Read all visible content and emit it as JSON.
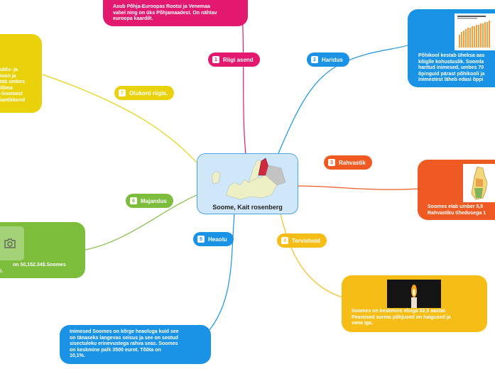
{
  "center": {
    "title": "Soome, Kait rosenberg"
  },
  "colors": {
    "pink": "#e3186f",
    "blue": "#1a93e6",
    "orange": "#ef5a22",
    "yellow": "#f6bd17",
    "lime": "#e9d20c",
    "green": "#7cbd3b",
    "lightblue": "#cfe7f8"
  },
  "branches": [
    {
      "num": "1",
      "label": "Riigi asend"
    },
    {
      "num": "2",
      "label": "Haridus"
    },
    {
      "num": "3",
      "label": "Rahvastik"
    },
    {
      "num": "4",
      "label": "Tervishoid"
    },
    {
      "num": "5",
      "label": "Heaolu"
    },
    {
      "num": "6",
      "label": "Majandus"
    },
    {
      "num": "7",
      "label": "Olukord riigis."
    }
  ],
  "notes": {
    "riigi_asend": [
      "Asub Põhja-Euroopas Rootsi ja Venemaa",
      "vahel ning on üks Põhjamaadest. On nähtav",
      "euroopa kaardilt."
    ],
    "haridus": [
      "Põhikool kestab üheksa aas",
      "kõiglle kohustuslik. Soomla",
      "haritud inimesed, umbes 70",
      "õpinguid pärast põhikooli ja",
      "inimestest läheb edasi õppi"
    ],
    "rahvastik": [
      "Soomes elab umber 5,5",
      "Rahvastiku tihedusega 1"
    ],
    "tervishoid": [
      "Soomes on keskmine eluiga 82,5 aastat.",
      "Peamised surma põhjused on haigused ja",
      "vana iga."
    ],
    "heaolu": [
      "Inimesed Soomes on kõrge heaoluga kuid see",
      "on tänaseks langevas seisus ja see on seotud",
      "sisectuleku erinevustega rahva seas. Soomes",
      "on keskmine palk 3500 eurot. Tõõta on",
      "10,1%."
    ],
    "majandus": [
      "on 50,152.34$.Soomes",
      "ti."
    ],
    "olukord": [
      "uldu- ja",
      "ioon ja",
      "tab umbes",
      "illima",
      "-Soomest",
      "iantikkond"
    ]
  },
  "icons": {
    "photo_placeholder": "camera-icon"
  }
}
